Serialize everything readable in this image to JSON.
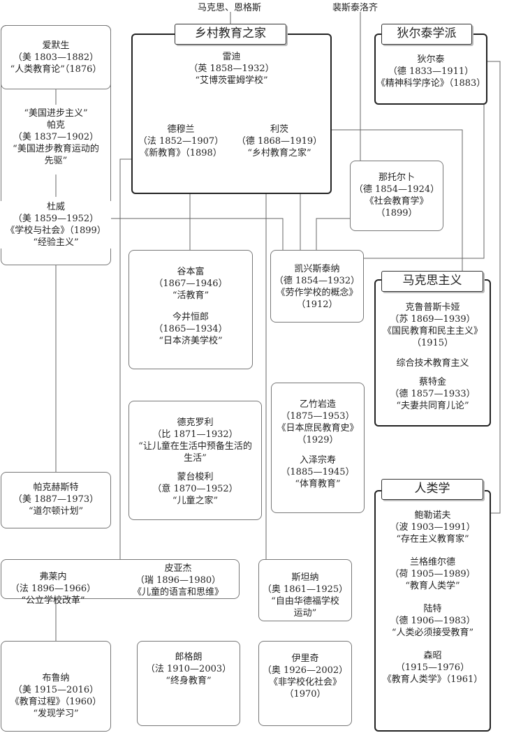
{
  "top_labels": {
    "marx_engels": "马克思、恩格斯",
    "pestalozzi": "裴斯泰洛齐"
  },
  "schools": {
    "rural": "乡村教育之家",
    "dilthey": "狄尔泰学派",
    "marxism": "马克思主义",
    "anthropology": "人类学"
  },
  "emerson": [
    "爱默生",
    "（美 1803—1882）",
    "“人类教育论”（1876）"
  ],
  "parker": [
    "“美国进步主义”",
    "帕克",
    "（美 1837—1902）",
    "“美国进步教育运动的",
    "先驱”"
  ],
  "dewey": [
    "杜威",
    "（美 1859—1952）",
    "《学校与社会》（1899）",
    "“经验主义”"
  ],
  "reddie": [
    "雷迪",
    "（英 1858—1932）",
    "“艾博茨霍姆学校”"
  ],
  "demolins": [
    "德穆兰",
    "（法 1852—1907）",
    "《新教育》（1898）"
  ],
  "lietz": [
    "利茨",
    "（德 1868—1919）",
    "“乡村教育之家”"
  ],
  "dilthey_person": [
    "狄尔泰",
    "（德 1833—1911）",
    "《精神科学序论》（1883）"
  ],
  "natorp": [
    "那托尔卜",
    "（德 1854—1924）",
    "《社会教育学》",
    "（1899）"
  ],
  "tanimoto": [
    "谷本富",
    "（1867—1946）",
    "“活教育”"
  ],
  "imai": [
    "今井恒郎",
    "（1865—1934）",
    "“日本济美学校”"
  ],
  "kerschensteiner": [
    "凯兴斯泰纳",
    "（德 1854—1932）",
    "《劳作学校的概念》",
    "（1912）"
  ],
  "krupskaya": [
    "克鲁普斯卡娅",
    "（苏 1869—1939）",
    "《国民教育和民主主义》",
    "（1915）"
  ],
  "polytech": "综合技术教育主义",
  "zetkin": [
    "蔡特金",
    "（德 1857—1933）",
    "“夫妻共同育儿论”"
  ],
  "decroly": [
    "德克罗利",
    "（比 1871—1932）",
    "“让儿童在生活中预备生活的",
    "生活”"
  ],
  "montessori": [
    "蒙台梭利",
    "（意 1870—1952）",
    "“儿童之家”"
  ],
  "ototake": [
    "乙竹岩造",
    "（1875—1953）",
    "《日本庶民教育史》",
    "（1929）"
  ],
  "irisawa": [
    "入泽宗寿",
    "（1885—1945）",
    "“体育教育”"
  ],
  "parkhurst": [
    "帕克赫斯特",
    "（美 1887—1973）",
    "“道尔顿计划”"
  ],
  "bollnow": [
    "鲍勒诺夫",
    "（波 1903—1991）",
    "“存在主义教育家”"
  ],
  "langeveld": [
    "兰格维尔德",
    "（荷 1905—1989）",
    "“教育人类学”"
  ],
  "roth": [
    "陆特",
    "（德 1906—1983）",
    "“人类必须接受教育”"
  ],
  "morisho": [
    "森昭",
    "（1915—1976）",
    "《教育人类学》（1961）"
  ],
  "freinet": [
    "弗莱内",
    "（法 1896—1966）",
    "“公立学校改革”"
  ],
  "piaget": [
    "皮亚杰",
    "（瑞 1896—1980）",
    "《儿童的语言和思维》"
  ],
  "steiner": [
    "斯坦纳",
    "（奥 1861—1925）",
    "“自由华德福学校",
    "运动”"
  ],
  "bruner": [
    "布鲁纳",
    "（美 1915—2016）",
    "《教育过程》（1960）",
    "“发现学习”"
  ],
  "lengrand": [
    "郎格朗",
    "（法 1910—2003）",
    "“终身教育”"
  ],
  "illich": [
    "伊里奇",
    "（奥 1926—2002）",
    "《非学校化社会》",
    "（1970）"
  ]
}
